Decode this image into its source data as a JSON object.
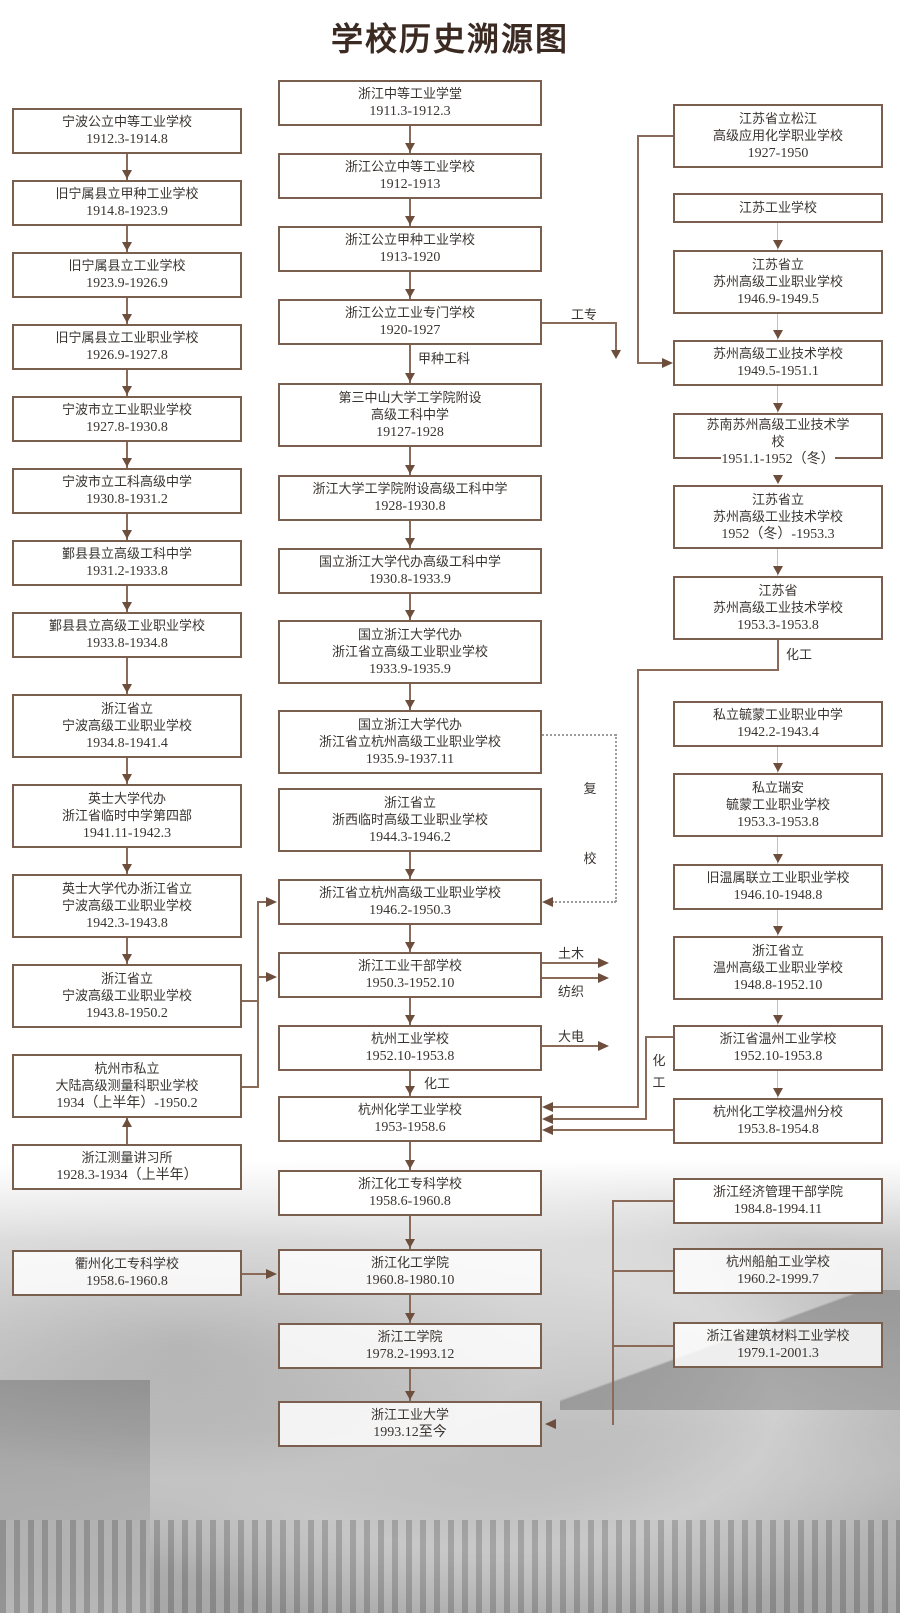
{
  "title": "学校历史溯源图",
  "colors": {
    "box_border": "#7a5e4e",
    "connector": "#8a6a58",
    "arrow": "#6d4d3c",
    "title": "#3b2a22",
    "dotted_connector": "#9c9c9c"
  },
  "left_column": [
    {
      "name": [
        "宁波公立中等工业学校"
      ],
      "date": "1912.3-1914.8"
    },
    {
      "name": [
        "旧宁属县立甲种工业学校"
      ],
      "date": "1914.8-1923.9"
    },
    {
      "name": [
        "旧宁属县立工业学校"
      ],
      "date": "1923.9-1926.9"
    },
    {
      "name": [
        "旧宁属县立工业职业学校"
      ],
      "date": "1926.9-1927.8"
    },
    {
      "name": [
        "宁波市立工业职业学校"
      ],
      "date": "1927.8-1930.8"
    },
    {
      "name": [
        "宁波市立工科高级中学"
      ],
      "date": "1930.8-1931.2"
    },
    {
      "name": [
        "鄞县县立高级工科中学"
      ],
      "date": "1931.2-1933.8"
    },
    {
      "name": [
        "鄞县县立高级工业职业学校"
      ],
      "date": "1933.8-1934.8"
    },
    {
      "name": [
        "浙江省立",
        "宁波高级工业职业学校"
      ],
      "date": "1934.8-1941.4"
    },
    {
      "name": [
        "英士大学代办",
        "浙江省临时中学第四部"
      ],
      "date": "1941.11-1942.3"
    },
    {
      "name": [
        "英士大学代办浙江省立",
        "宁波高级工业职业学校"
      ],
      "date": "1942.3-1943.8"
    },
    {
      "name": [
        "浙江省立",
        "宁波高级工业职业学校"
      ],
      "date": "1943.8-1950.2"
    },
    {
      "name": [
        "杭州市私立",
        "大陆高级测量科职业学校"
      ],
      "date": "1934（上半年）-1950.2"
    },
    {
      "name": [
        "浙江测量讲习所"
      ],
      "date": "1928.3-1934（上半年）"
    },
    {
      "name": [
        "衢州化工专科学校"
      ],
      "date": "1958.6-1960.8"
    }
  ],
  "center_column": [
    {
      "name": [
        "浙江中等工业学堂"
      ],
      "date": "1911.3-1912.3"
    },
    {
      "name": [
        "浙江公立中等工业学校"
      ],
      "date": "1912-1913"
    },
    {
      "name": [
        "浙江公立甲种工业学校"
      ],
      "date": "1913-1920"
    },
    {
      "name": [
        "浙江公立工业专门学校"
      ],
      "date": "1920-1927"
    },
    {
      "name": [
        "第三中山大学工学院附设",
        "高级工科中学"
      ],
      "date": "19127-1928"
    },
    {
      "name": [
        "浙江大学工学院附设高级工科中学"
      ],
      "date": "1928-1930.8"
    },
    {
      "name": [
        "国立浙江大学代办高级工科中学"
      ],
      "date": "1930.8-1933.9"
    },
    {
      "name": [
        "国立浙江大学代办",
        "浙江省立高级工业职业学校"
      ],
      "date": "1933.9-1935.9"
    },
    {
      "name": [
        "国立浙江大学代办",
        "浙江省立杭州高级工业职业学校"
      ],
      "date": "1935.9-1937.11"
    },
    {
      "name": [
        "浙江省立",
        "浙西临时高级工业职业学校"
      ],
      "date": "1944.3-1946.2"
    },
    {
      "name": [
        "浙江省立杭州高级工业职业学校"
      ],
      "date": "1946.2-1950.3"
    },
    {
      "name": [
        "浙江工业干部学校"
      ],
      "date": "1950.3-1952.10"
    },
    {
      "name": [
        "杭州工业学校"
      ],
      "date": "1952.10-1953.8"
    },
    {
      "name": [
        "杭州化学工业学校"
      ],
      "date": "1953-1958.6"
    },
    {
      "name": [
        "浙江化工专科学校"
      ],
      "date": "1958.6-1960.8"
    },
    {
      "name": [
        "浙江化工学院"
      ],
      "date": "1960.8-1980.10"
    },
    {
      "name": [
        "浙江工学院"
      ],
      "date": "1978.2-1993.12"
    },
    {
      "name": [
        "浙江工业大学"
      ],
      "date": "1993.12至今"
    }
  ],
  "right_column": [
    {
      "name": [
        "江苏省立松江",
        "高级应用化学职业学校"
      ],
      "date": "1927-1950"
    },
    {
      "name": [
        "江苏工业学校"
      ],
      "date": ""
    },
    {
      "name": [
        "江苏省立",
        "苏州高级工业职业学校"
      ],
      "date": "1946.9-1949.5"
    },
    {
      "name": [
        "苏州高级工业技术学校"
      ],
      "date": "1949.5-1951.1"
    },
    {
      "name": [
        "苏南苏州高级工业技术学",
        "校"
      ],
      "date": "1951.1-1952（冬）"
    },
    {
      "name": [
        "江苏省立",
        "苏州高级工业技术学校"
      ],
      "date": "1952（冬）-1953.3"
    },
    {
      "name": [
        "江苏省",
        "苏州高级工业技术学校"
      ],
      "date": "1953.3-1953.8"
    },
    {
      "name": [
        "私立毓蒙工业职业中学"
      ],
      "date": "1942.2-1943.4"
    },
    {
      "name": [
        "私立瑞安",
        "毓蒙工业职业学校"
      ],
      "date": "1953.3-1953.8"
    },
    {
      "name": [
        "旧温属联立工业职业学校"
      ],
      "date": "1946.10-1948.8"
    },
    {
      "name": [
        "浙江省立",
        "温州高级工业职业学校"
      ],
      "date": "1948.8-1952.10"
    },
    {
      "name": [
        "浙江省温州工业学校"
      ],
      "date": "1952.10-1953.8"
    },
    {
      "name": [
        "杭州化工学校温州分校"
      ],
      "date": "1953.8-1954.8"
    },
    {
      "name": [
        "浙江经济管理干部学院"
      ],
      "date": "1984.8-1994.11"
    },
    {
      "name": [
        "杭州船舶工业学校"
      ],
      "date": "1960.2-1999.7"
    },
    {
      "name": [
        "浙江省建筑材料工业学校"
      ],
      "date": "1979.1-2001.3"
    }
  ],
  "connector_labels": {
    "gongzhuan": "工专",
    "jiazhong_gongke": "甲种工科",
    "fu": "复",
    "xiao": "校",
    "tumu": "土木",
    "fangzhi": "纺织",
    "dadian": "大电",
    "huagong_center": "化工",
    "huagong_suzhou": "化工",
    "huagong_wenzhou_1": "化",
    "huagong_wenzhou_2": "工"
  }
}
